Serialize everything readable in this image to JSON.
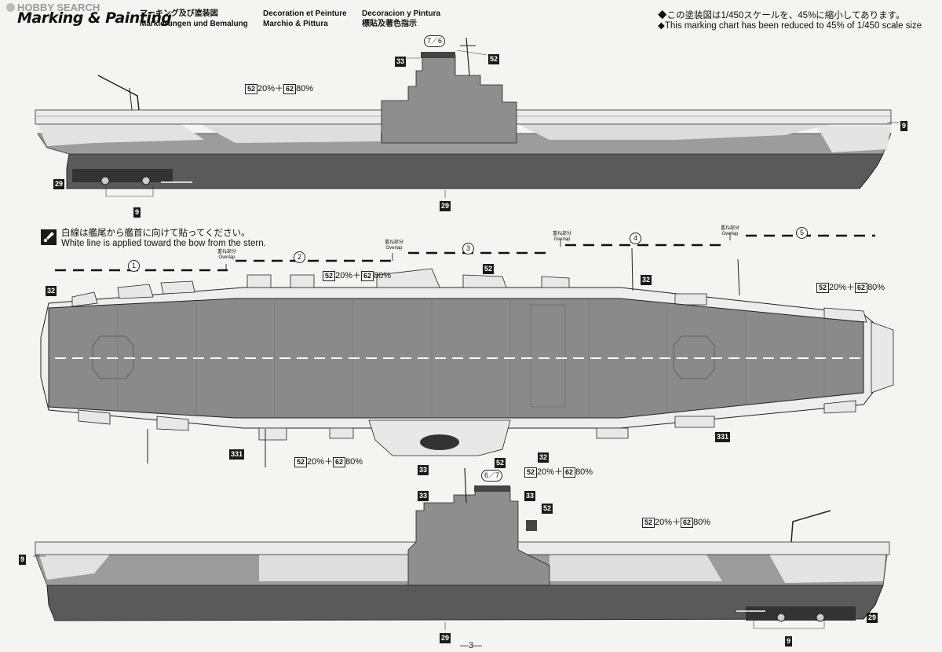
{
  "watermark": "HOBBY SEARCH",
  "header": {
    "title": "Marking & Painting",
    "jp_title": "マーキング及び塗装図",
    "de_title": "Markierungen und Bemalung",
    "fr_title": "Decoration et Peinture",
    "it_title": "Marchio & Pittura",
    "es_title": "Decoracion y Pintura",
    "cn_title": "標貼及著色指示"
  },
  "scale_note": {
    "jp": "◆この塗装図は1/450スケールを、45%に縮小してあります。",
    "en": "◆This marking chart has been reduced to 45% of 1/450 scale size"
  },
  "white_line_note": {
    "jp": "白線は艦尾から艦首に向けて貼ってください。",
    "en": "White line is applied toward the bow from the stern."
  },
  "labels": {
    "n9": "9",
    "n29": "29",
    "n32": "32",
    "n33": "33",
    "n52": "52",
    "n62": "62",
    "n331": "331",
    "pct20": "20%＋",
    "pct80": "80%",
    "c76": "7／6",
    "c67": "6／7",
    "d1": "1",
    "d2": "2",
    "d3": "3",
    "d4": "4",
    "d5": "5",
    "overlap_jp": "重ね部分",
    "overlap_en": "Overlap"
  },
  "page_number": "—3—"
}
